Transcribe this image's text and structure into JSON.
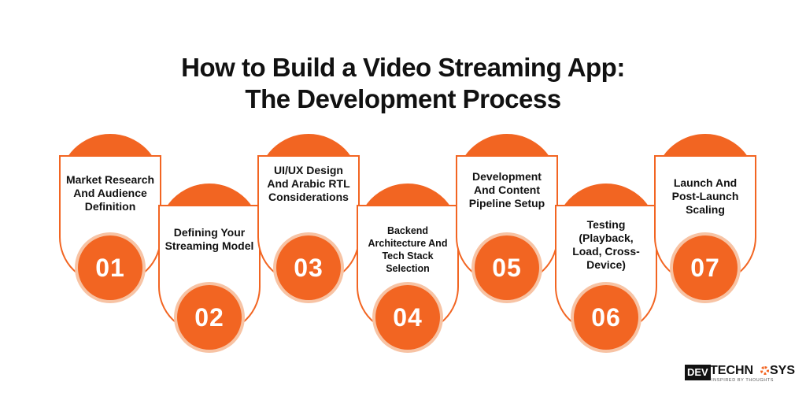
{
  "title": {
    "line1": "How to Build a Video Streaming App:",
    "line2": "The Development Process"
  },
  "steps": [
    {
      "number": "01",
      "label": "Market Research And Audience Definition"
    },
    {
      "number": "02",
      "label": "Defining Your Streaming Model"
    },
    {
      "number": "03",
      "label": "UI/UX Design And Arabic RTL Considerations"
    },
    {
      "number": "04",
      "label": "Backend Architecture And Tech Stack Selection"
    },
    {
      "number": "05",
      "label": "Development And Content Pipeline Setup"
    },
    {
      "number": "06",
      "label": "Testing (Playback, Load, Cross-Device)"
    },
    {
      "number": "07",
      "label": "Launch And Post-Launch Scaling"
    }
  ],
  "logo": {
    "dev": "DEV",
    "techno": "TECHN",
    "sys": "SYS",
    "tagline": "INSPIRED BY THOUGHTS"
  },
  "colors": {
    "accent": "#f26522",
    "accent_light": "#f7c3a4",
    "text": "#111111"
  }
}
